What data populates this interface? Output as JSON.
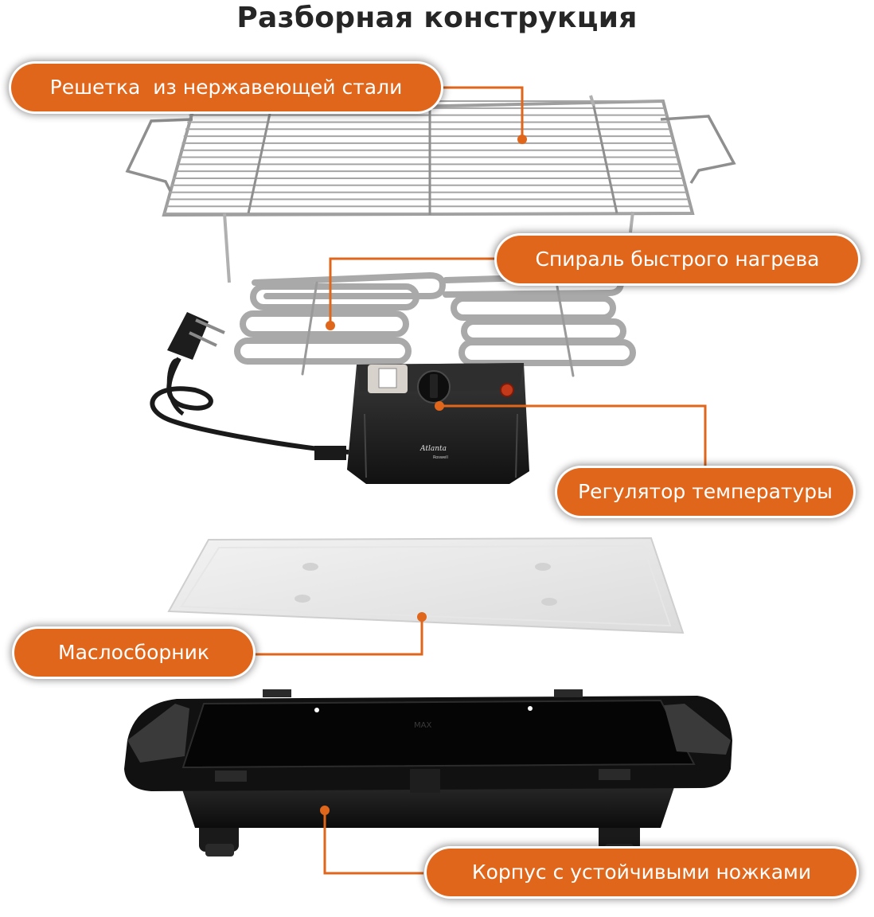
{
  "title": "Разборная конструкция",
  "callouts": {
    "grill_rack": "Решетка  из нержавеющей стали",
    "heating_coil": "Спираль быстрого нагрева",
    "thermostat": "Регулятор температуры",
    "drip_tray": "Маслосборник",
    "housing": "Корпус с устойчивыми ножками"
  },
  "brand": {
    "logo_text": "Atlanta",
    "sub_text": "Roswell"
  },
  "colors": {
    "accent": "#e0661b",
    "title_text": "#262626",
    "chrome": "#9a9a9a",
    "housing": "#141414"
  }
}
